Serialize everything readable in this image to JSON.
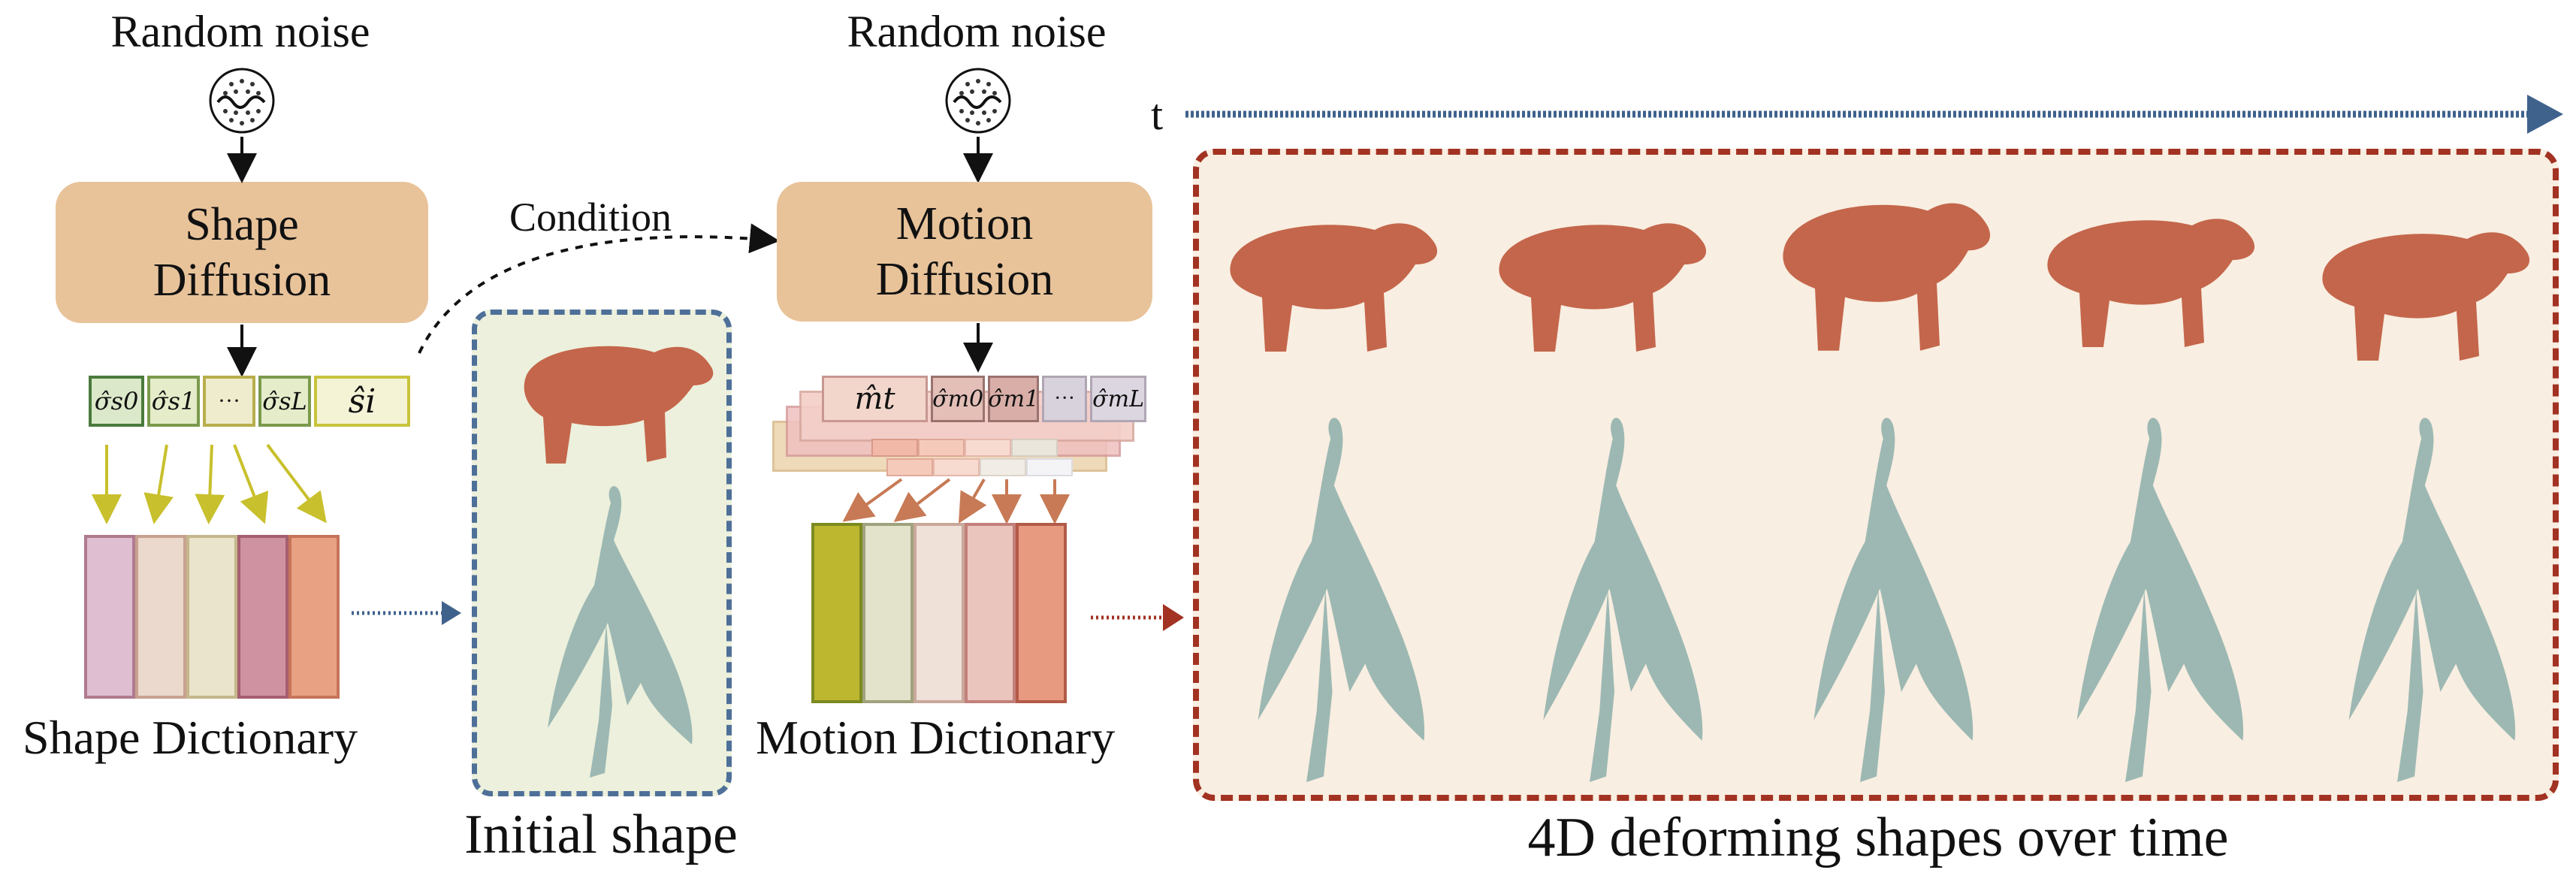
{
  "shape_branch": {
    "noise_label": "Random noise",
    "diffusion_label_line1": "Shape",
    "diffusion_label_line2": "Diffusion",
    "dictionary_label": "Shape Dictionary",
    "condition_label": "Condition"
  },
  "motion_branch": {
    "noise_label": "Random noise",
    "diffusion_label_line1": "Motion",
    "diffusion_label_line2": "Diffusion",
    "dictionary_label": "Motion Dictionary"
  },
  "shape_code_tokens": [
    "σ̂s0",
    "σ̂s1",
    "···",
    "σ̂sL",
    "ŝi"
  ],
  "motion_code_tokens": [
    "m̂t",
    "σ̂m0",
    "σ̂m1",
    "···",
    "σ̂mL"
  ],
  "initial_shape_label": "Initial shape",
  "output_label": "4D deforming shapes over time",
  "time_axis_label": "t",
  "colors": {
    "diffusion_box": "#e8c39a",
    "initial_panel_bg": "#ecf0dc",
    "initial_panel_border": "#4e7098",
    "output_panel_bg": "#f8eee1",
    "output_panel_border": "#a23222",
    "time_arrow": "#3f628c",
    "bear": "#c4664b",
    "dragon": "#9db8b3"
  },
  "shape_dictionary_colors": [
    "#dfbed2",
    "#ead9cc",
    "#ebe4cc",
    "#cf92a0",
    "#e8a183"
  ],
  "motion_dictionary_colors": [
    "#bdb72f",
    "#e3e2cb",
    "#efe0d8",
    "#eac5be",
    "#e89a80"
  ]
}
